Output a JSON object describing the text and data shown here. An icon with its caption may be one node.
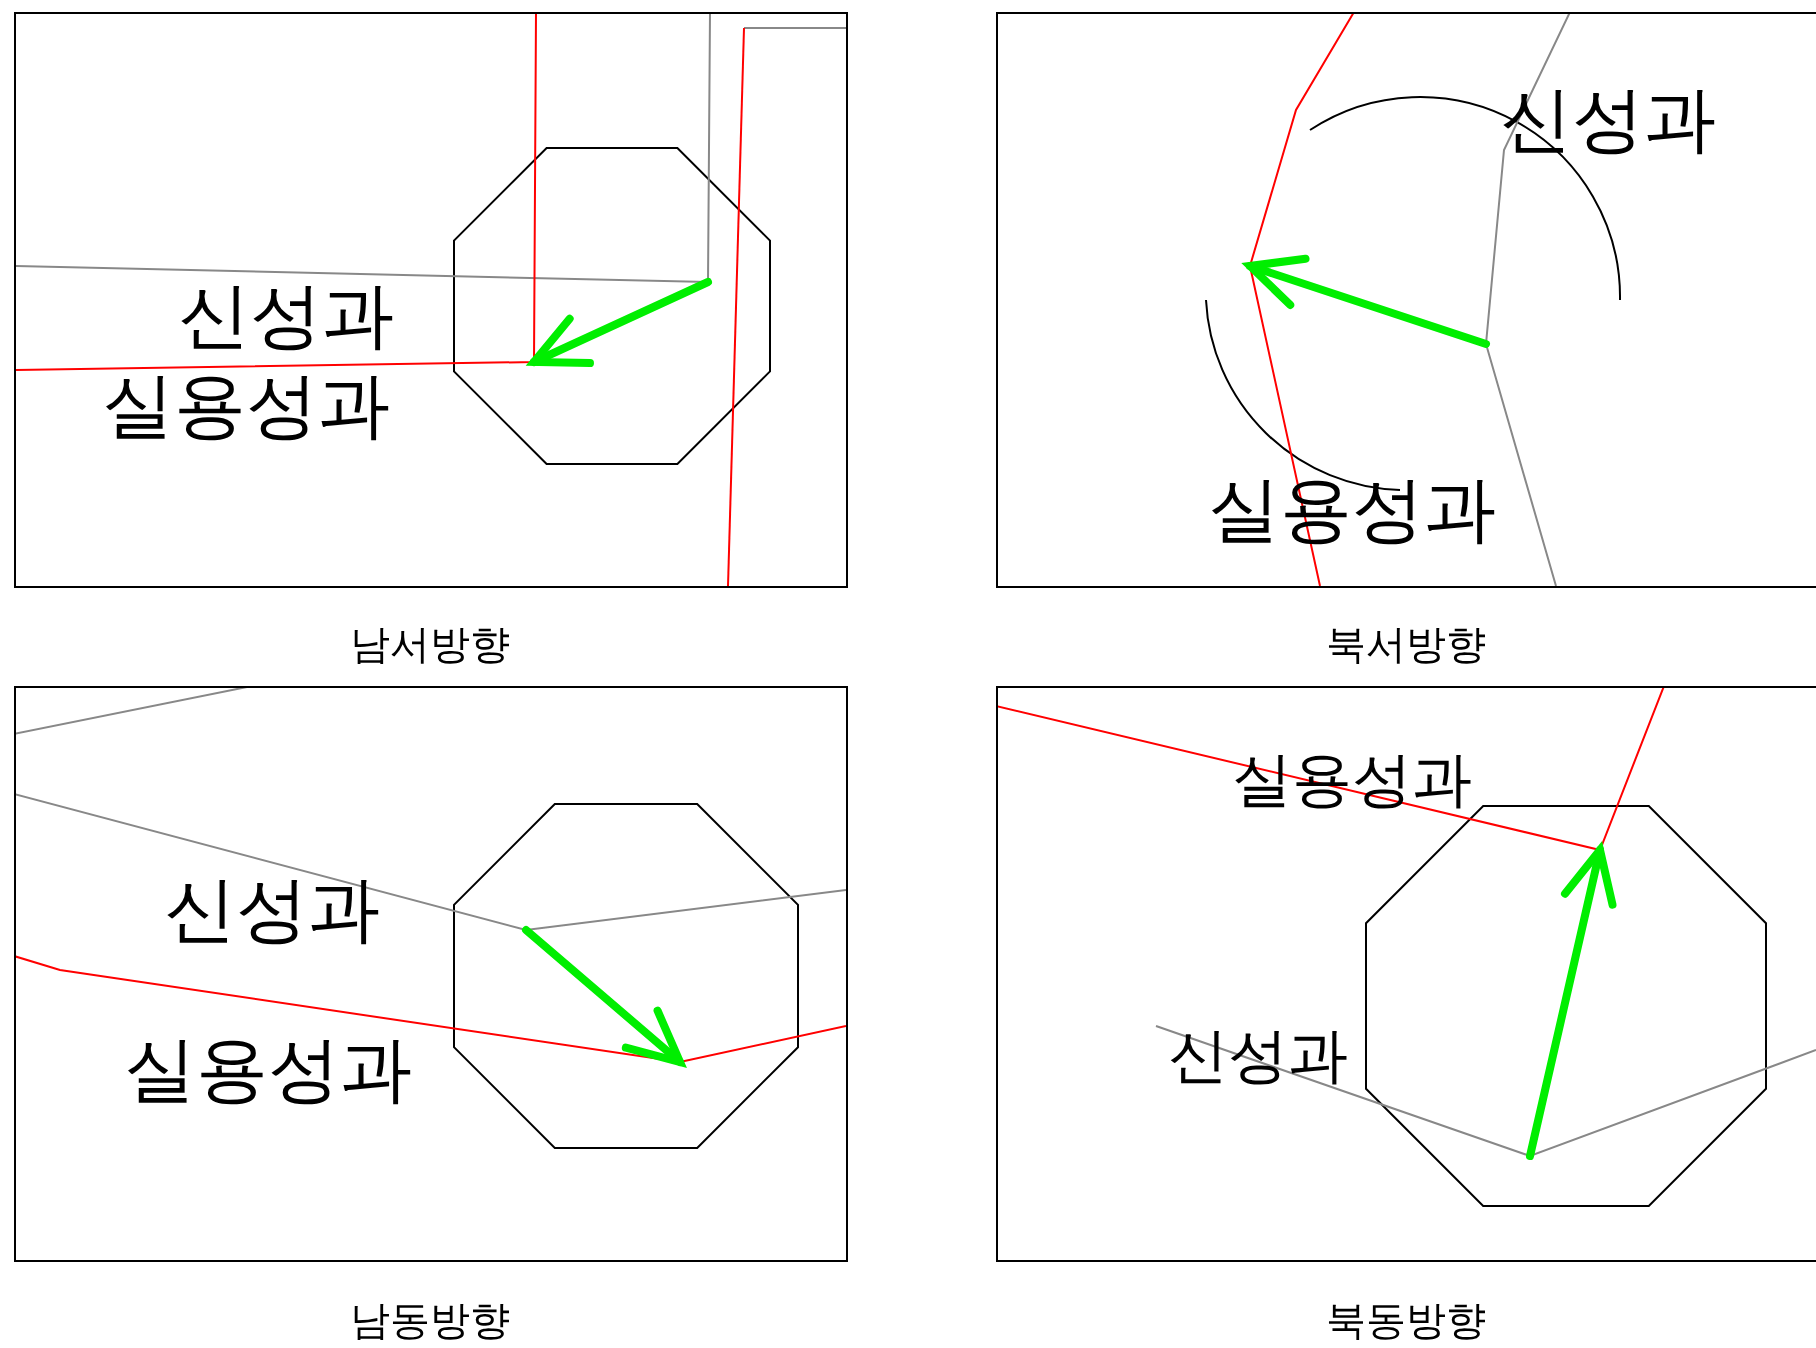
{
  "diagram": {
    "nodes": [
      {
        "text": [
          "신성과",
          "실용성과"
        ],
        "beside": [
          "남서방향"
        ]
      },
      {
        "text": [
          "신성과",
          "실용성과"
        ],
        "beside": [
          "북서방향"
        ]
      },
      {
        "text": [
          "신성과",
          "실용성과"
        ],
        "beside": [
          "남동방향"
        ]
      },
      {
        "text": [
          "실용성과",
          "신성과"
        ],
        "beside": [
          "북동방향"
        ]
      }
    ]
  }
}
